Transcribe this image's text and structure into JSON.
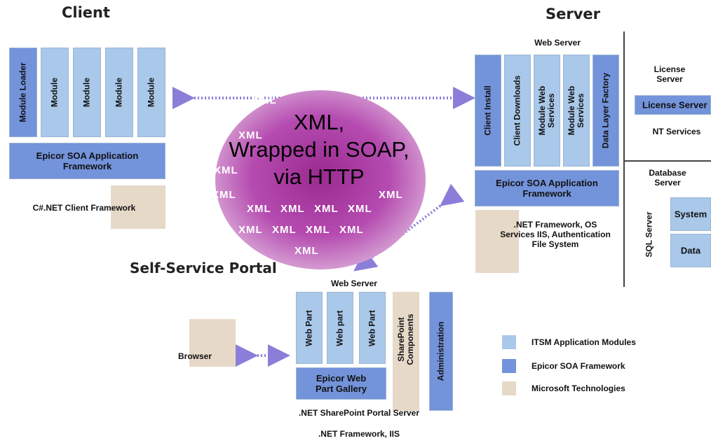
{
  "client": {
    "heading": "Client",
    "module_loader": "Module Loader",
    "modules": [
      "Module",
      "Module",
      "Module",
      "Module"
    ],
    "soa_framework": "Epicor SOA Application Framework",
    "client_framework": "C#.NET Client Framework"
  },
  "server": {
    "heading": "Server",
    "web_server": {
      "heading": "Web Server",
      "columns": [
        "Client Install",
        "Client Downloads",
        "Module Web Services",
        "Module Web Services",
        "Data Layer Factory"
      ],
      "soa_framework": "Epicor SOA Application Framework",
      "platform": ".NET Framework, OS Services IIS, Authentication File System"
    },
    "license_server": {
      "heading": "License Server",
      "box": "License Server",
      "services": "NT Services"
    },
    "database_server": {
      "heading": "Database Server",
      "sql_label": "SQL Server",
      "items": [
        "System",
        "Data"
      ]
    }
  },
  "cloud": {
    "line1": "XML,",
    "line2": "Wrapped in SOAP,",
    "line3": "via HTTP",
    "pattern": "XML"
  },
  "portal": {
    "heading": "Self-Service Portal",
    "web_server": "Web Server",
    "web_parts": [
      "Web Part",
      "Web part",
      "Web Part"
    ],
    "sharepoint": "SharePoint Components",
    "administration": "Administration",
    "gallery": "Epicor Web Part Gallery",
    "browser": "Browser",
    "portal_server": ".NET SharePoint Portal Server",
    "framework": ".NET Framework, IIS"
  },
  "legend": [
    {
      "label": "ITSM Application Modules",
      "color": "#a9c8ea"
    },
    {
      "label": "Epicor SOA Framework",
      "color": "#7393db"
    },
    {
      "label": "Microsoft Technologies",
      "color": "#e6d9c8"
    }
  ]
}
